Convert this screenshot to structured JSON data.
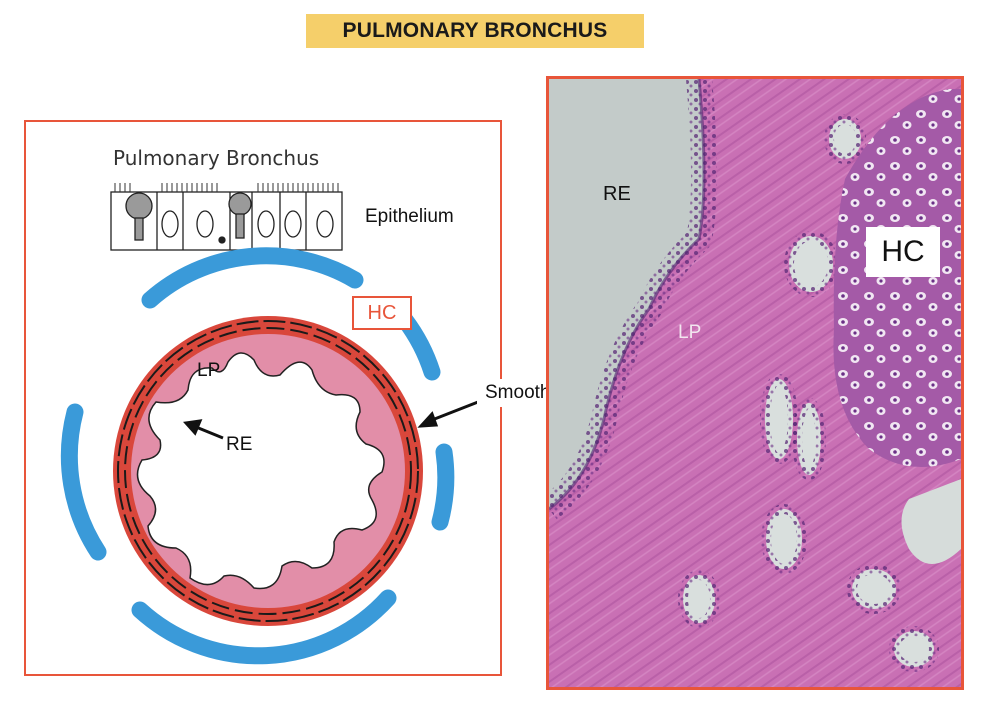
{
  "title": "PULMONARY BRONCHUS",
  "diagram": {
    "heading": "Pulmonary Bronchus",
    "epithelium_label": "Epithelium",
    "hc_label": "HC",
    "lp_label": "LP",
    "re_label": "RE",
    "smooth_muscle_label": "Smooth Muscle"
  },
  "micrograph": {
    "re_label": "RE",
    "lp_label": "LP",
    "hc_label": "HC"
  },
  "colors": {
    "title_bg": "#f5cf6a",
    "panel_border": "#e8553a",
    "cartilage_blue": "#3a9ad9",
    "mucosa_pink": "#e28ea8",
    "muscle_red": "#d9473b",
    "tissue_pink": "#c970b4"
  }
}
